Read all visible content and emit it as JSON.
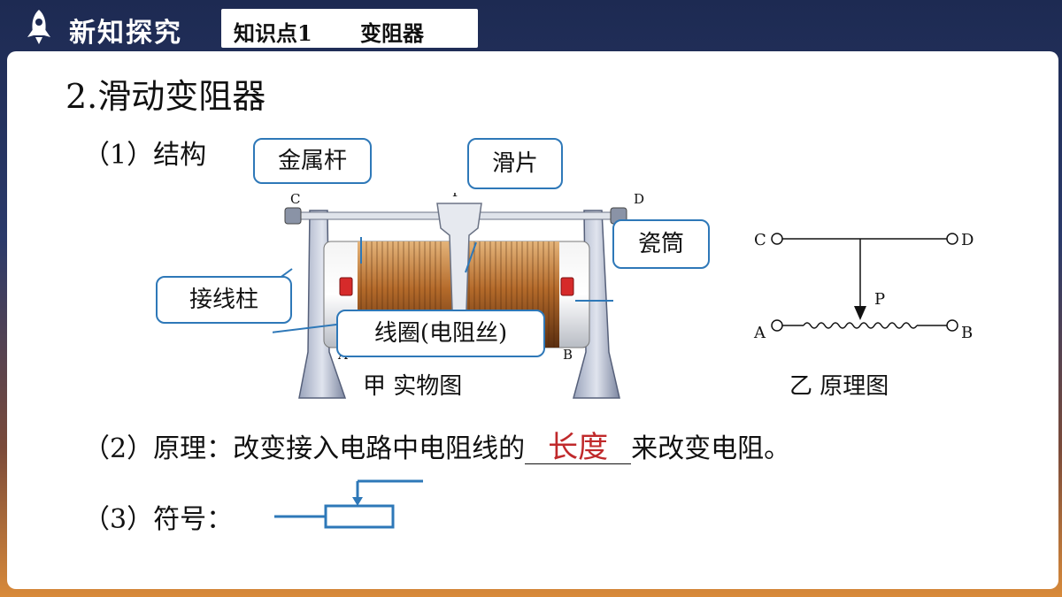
{
  "header": {
    "section": "新知探究",
    "knowledge_point": "知识点1",
    "topic": "变阻器"
  },
  "content": {
    "heading": "2.滑动变阻器",
    "item1": "（1）结构",
    "callouts": {
      "rod": "金属杆",
      "slider": "滑片",
      "tube": "瓷筒",
      "terminal": "接线柱",
      "coil": "线圈(电阻丝)"
    },
    "photo_labels": {
      "C": "C",
      "D": "D",
      "P": "P",
      "A": "A",
      "B": "B"
    },
    "photo_caption": "甲  实物图",
    "schematic_labels": {
      "C": "C",
      "D": "D",
      "P": "P",
      "A": "A",
      "B": "B"
    },
    "schematic_caption": "乙  原理图",
    "item2_prefix": "（2）原理：改变接入电路中电阻线的",
    "item2_answer": "长度",
    "item2_suffix": "来改变电阻。",
    "item3": "（3）符号："
  },
  "colors": {
    "accent_blue": "#2e78b8",
    "answer_red": "#c0292b"
  },
  "icons": [
    "rocket-icon"
  ]
}
